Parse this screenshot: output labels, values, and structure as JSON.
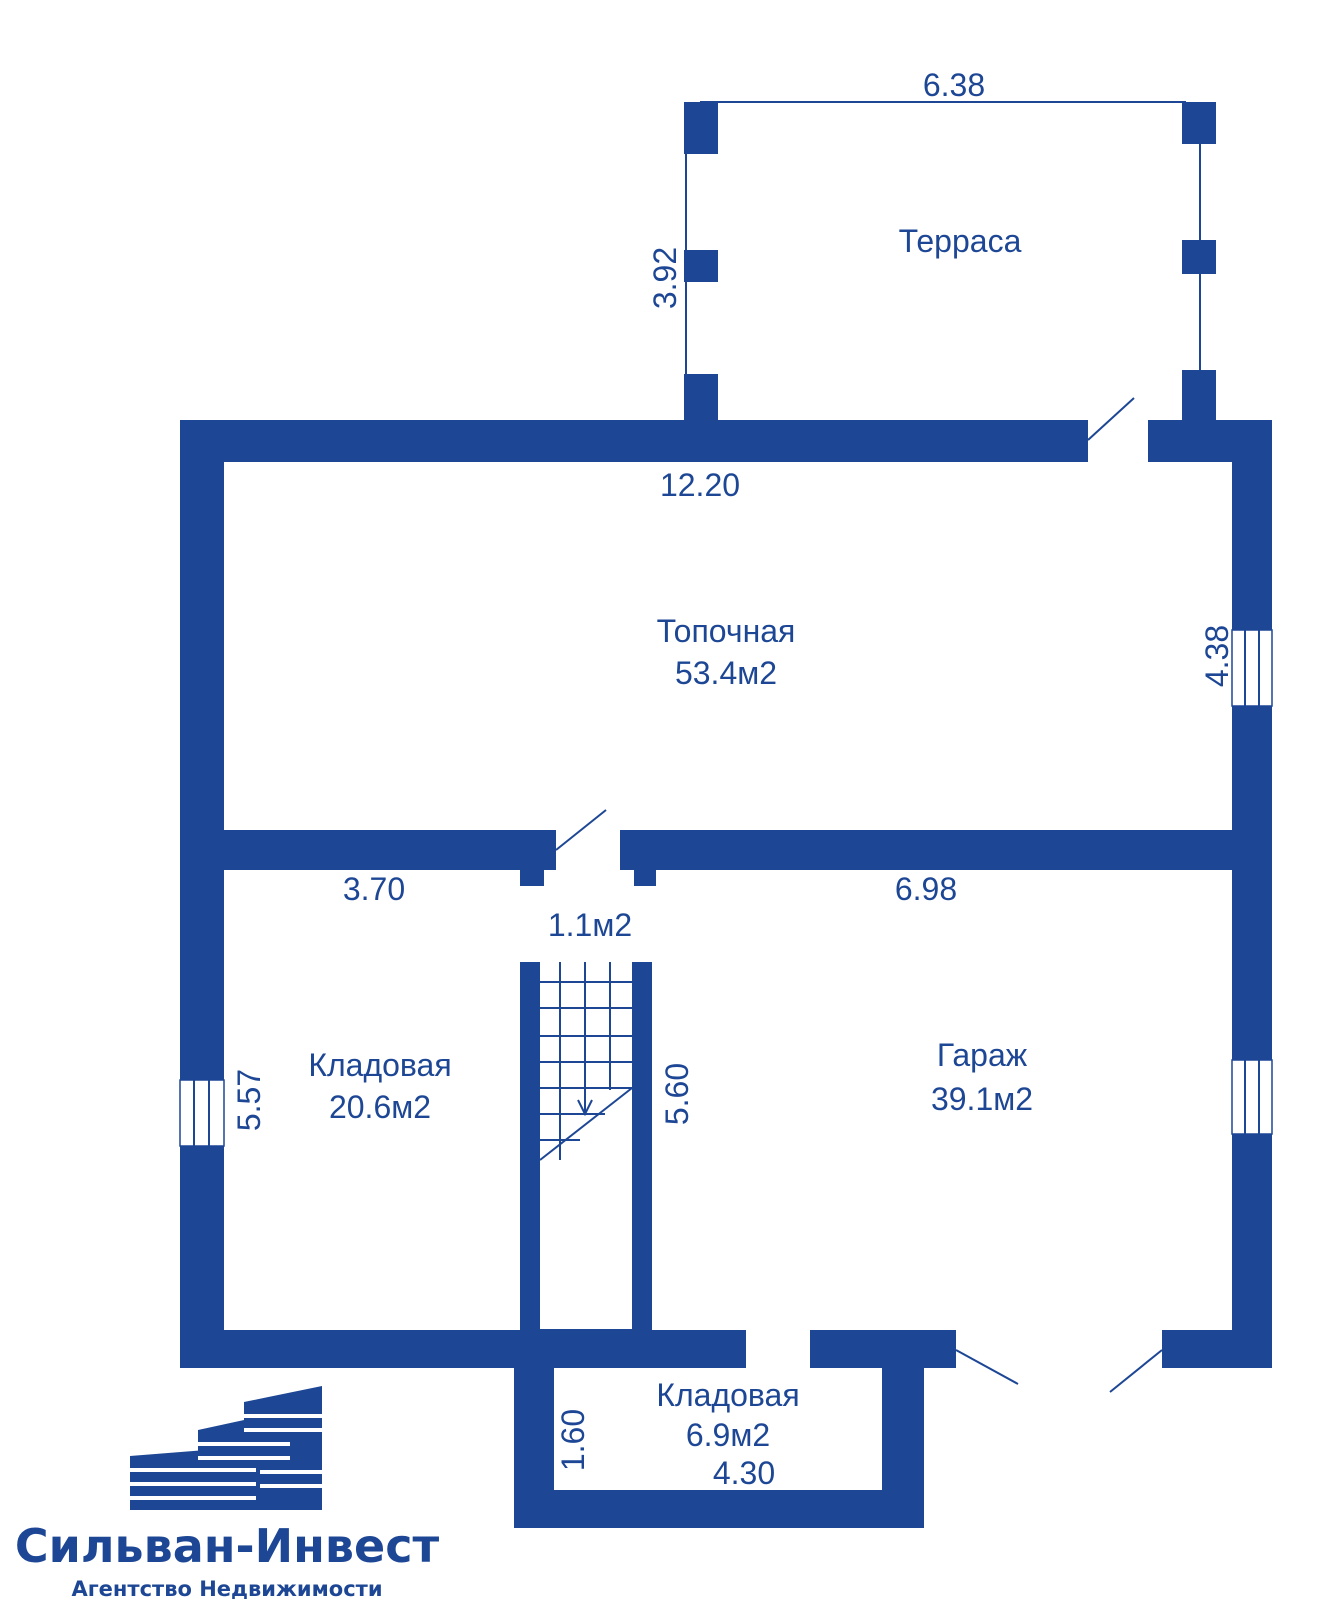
{
  "rooms": {
    "terrace": {
      "name": "Терраса"
    },
    "boiler": {
      "name": "Топочная",
      "area": "53.4м2"
    },
    "hall": {
      "area": "1.1м2"
    },
    "storage_left": {
      "name": "Кладовая",
      "area": "20.6м2"
    },
    "garage": {
      "name": "Гараж",
      "area": "39.1м2"
    },
    "storage_small": {
      "name": "Кладовая",
      "area": "6.9м2"
    }
  },
  "dimensions": {
    "terrace_width": "6.38",
    "terrace_depth": "3.92",
    "house_width": "12.20",
    "boiler_depth": "4.38",
    "storage_left_width": "3.70",
    "garage_width": "6.98",
    "storage_left_depth": "5.57",
    "stair_depth": "5.60",
    "small_storage_depth": "1.60",
    "small_storage_width": "4.30"
  },
  "logo": {
    "name": "Сильван-Инвест",
    "subtitle": "Агентство Недвижимости"
  },
  "colors": {
    "wall": "#1d4795",
    "background": "#ffffff"
  }
}
